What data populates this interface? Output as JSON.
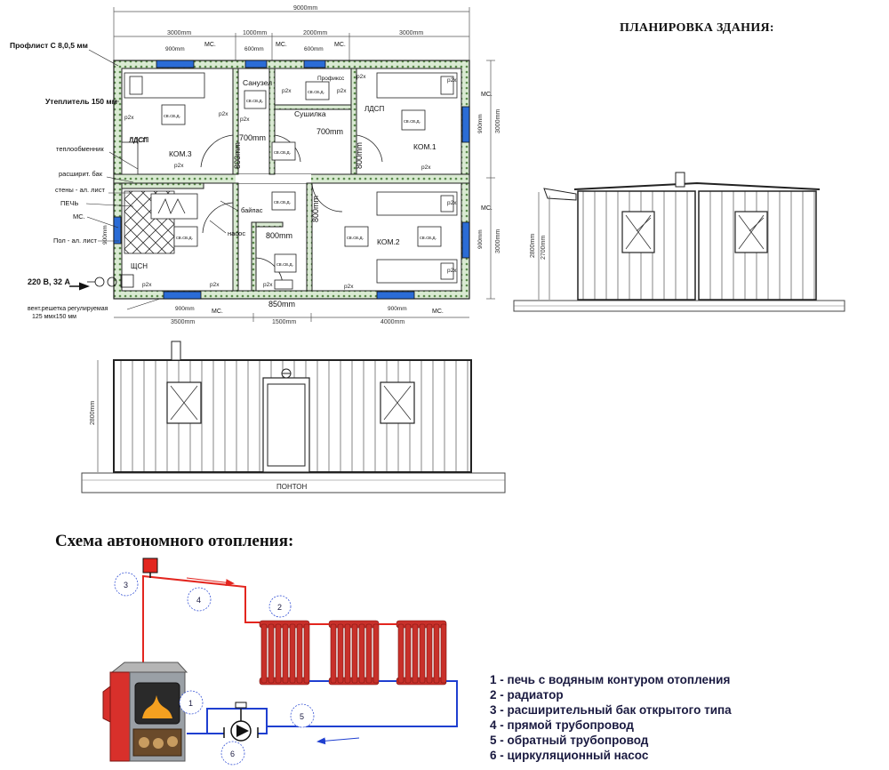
{
  "plan_title": "ПЛАНИРОВКА ЗДАНИЯ:",
  "heating_title": "Схема автономного отопления:",
  "dimensions": {
    "total": "9000mm",
    "top_segments": [
      "3000mm",
      "1000mm",
      "2000mm",
      "3000mm"
    ],
    "bottom_segments": [
      "3500mm",
      "1500mm",
      "4000mm"
    ],
    "right_top": "3000mm",
    "right_bottom": "3000mm",
    "window_900": "900mm",
    "window_600": "600mm",
    "door_800": "800mm",
    "door_700": "700mm",
    "door_850": "850mm",
    "elev_2800": "2800mm",
    "elev_2700": "2700mm"
  },
  "rooms": {
    "kom1": "КОМ.1",
    "kom2": "КОМ.2",
    "kom3": "КОМ.3",
    "sanuzel": "Санузел",
    "sushilka": "Сушилка"
  },
  "symbols": {
    "lamp": "св.св.д.",
    "socket": "р2х",
    "window": "МС.",
    "ldsp": "ЛДСП",
    "profiks": "Профиксс"
  },
  "callouts": {
    "profnastil": "Профлист С 8,0,5 мм",
    "insulation": "Утеплитель 150 мм",
    "ldsp": "ЛДСП",
    "heat_exchanger": "теплообменник",
    "expansion_tank": "расширит. бак",
    "walls": "стены - ал. лист",
    "stove": "ПЕЧЬ",
    "ms": "МС.",
    "floor": "Пол - ал. лист",
    "power": "220 В, 32 А",
    "shsn": "ЩСН",
    "vent": "вент.решетка регулируемая",
    "vent_size": "125 ммх150 мм",
    "bypass": "байпас",
    "pump": "насос"
  },
  "elevation": {
    "ponton": "ПОНТОН"
  },
  "heating": {
    "markers": [
      "1",
      "2",
      "3",
      "4",
      "5",
      "6"
    ],
    "legend": [
      "1 - печь с водяным контуром отопления",
      "2 - радиатор",
      "3 - расширительный бак открытого типа",
      "4 - прямой трубопровод",
      "5 - обратный трубопровод",
      "6 - циркуляционный насос"
    ],
    "colors": {
      "supply": "#e3261f",
      "return": "#1f3fd0",
      "radiator": "#c8302a",
      "legend_text": "#1a1a40"
    }
  }
}
